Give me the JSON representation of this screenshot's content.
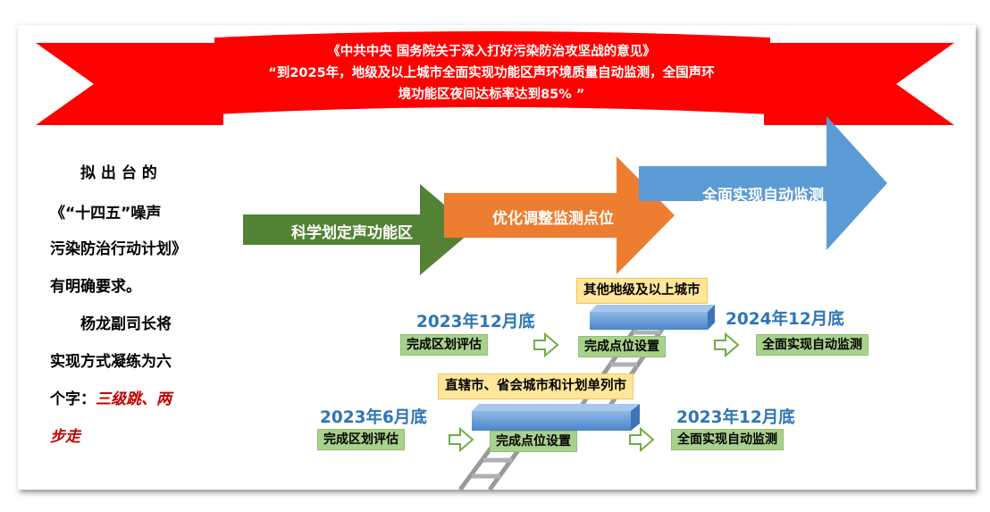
{
  "banner": {
    "color": "#ff0000",
    "line1": "《中共中央 国务院关于深入打好污染防治攻坚战的意见》",
    "line2": "“到2025年，地级及以上城市全面实现功能区声环境质量自动监测，全国声环",
    "line3": "境功能区夜间达标率达到85%  ”"
  },
  "left": {
    "line1": "拟 出 台 的",
    "line2": "《“十四五”噪声",
    "line3": "污染防治行动计划》",
    "line4": "有明确要求。",
    "line5": "杨龙副司长将",
    "line6": "实现方式凝练为六",
    "line7_prefix": "个字：",
    "emphasis1": "三级跳、两",
    "emphasis2": "步走",
    "emphasis_color": "#c00000"
  },
  "steps": [
    {
      "label": "科学划定声功能区",
      "color": "#548235"
    },
    {
      "label": "优化调整监测点位",
      "color": "#ed7d31"
    },
    {
      "label": "全面实现自动监测",
      "color": "#5b9bd5"
    }
  ],
  "stage_upper": {
    "group": "其他地级及以上城市",
    "start_date": "2023年12月底",
    "end_date": "2024年12月底",
    "task1": "完成区划评估",
    "task2": "完成点位设置",
    "task3": "全面实现自动监测"
  },
  "stage_lower": {
    "group": "直辖市、省会城市和计划单列市",
    "start_date": "2023年6月底",
    "end_date": "2023年12月底",
    "task1": "完成区划评估",
    "task2": "完成点位设置",
    "task3": "全面实现自动监测"
  },
  "colors": {
    "date_blue": "#2e75b6",
    "task_green": "#a9d18e",
    "group_yellow": "#ffe699",
    "platform_blue": "#5b9bd5"
  }
}
